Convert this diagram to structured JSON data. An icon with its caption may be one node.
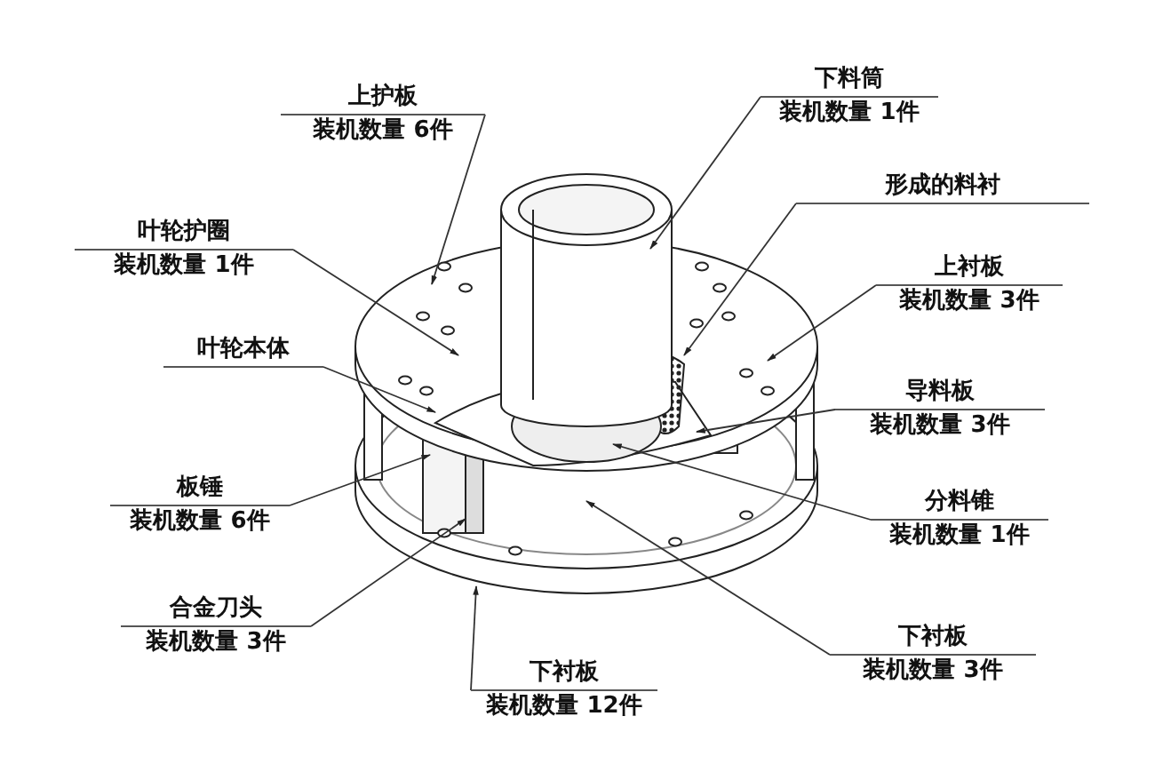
{
  "diagram": {
    "nodes": [
      {
        "text": [
          "下料筒",
          "装机数量 1件"
        ]
      },
      {
        "text": [
          "上护板",
          "装机数量 6件"
        ]
      },
      {
        "text": [
          "形成的料衬"
        ]
      },
      {
        "text": [
          "叶轮护圈",
          "装机数量 1件"
        ]
      },
      {
        "text": [
          "上衬板",
          "装机数量 3件"
        ]
      },
      {
        "text": [
          "叶轮本体"
        ]
      },
      {
        "text": [
          "导料板",
          "装机数量 3件"
        ]
      },
      {
        "text": [
          "板锤",
          "装机数量 6件"
        ]
      },
      {
        "text": [
          "分料锥",
          "装机数量 1件"
        ]
      },
      {
        "text": [
          "合金刀头",
          "装机数量 3件"
        ]
      },
      {
        "text": [
          "下衬板",
          "装机数量 3件"
        ]
      },
      {
        "text": [
          "下衬板",
          "装机数量 12件"
        ]
      }
    ],
    "edges": [
      {
        "from": 0,
        "to": null,
        "arrow": "to"
      },
      {
        "from": 1,
        "to": null,
        "arrow": "to"
      },
      {
        "from": 2,
        "to": null,
        "arrow": "to"
      },
      {
        "from": 3,
        "to": null,
        "arrow": "to"
      },
      {
        "from": 4,
        "to": null,
        "arrow": "to"
      },
      {
        "from": 5,
        "to": null,
        "arrow": "to"
      },
      {
        "from": 6,
        "to": null,
        "arrow": "to"
      },
      {
        "from": 7,
        "to": null,
        "arrow": "to"
      },
      {
        "from": 8,
        "to": null,
        "arrow": "to"
      },
      {
        "from": 9,
        "to": null,
        "arrow": "to"
      },
      {
        "from": 10,
        "to": null,
        "arrow": "to"
      },
      {
        "from": 11,
        "to": null,
        "arrow": "to"
      }
    ]
  }
}
